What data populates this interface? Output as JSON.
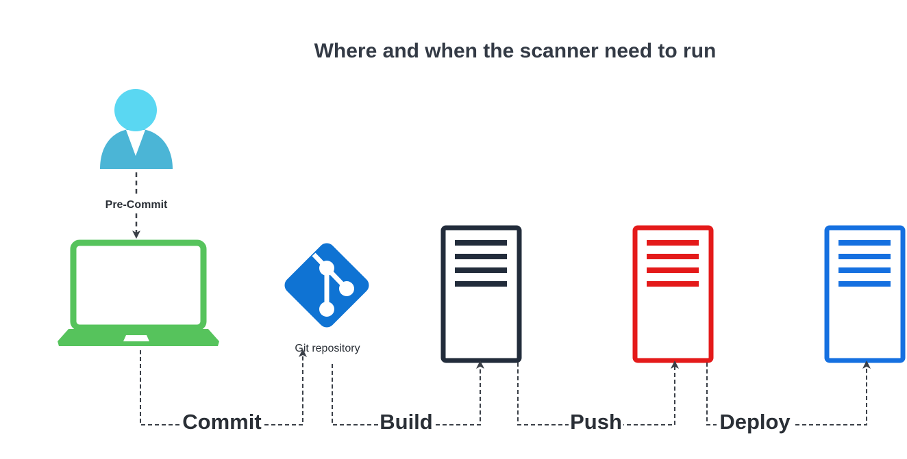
{
  "title": "Where and when the scanner need to run",
  "labels": {
    "pre_commit": "Pre-Commit",
    "git_repository": "Git repository",
    "commit": "Commit",
    "build": "Build",
    "push": "Push",
    "deploy": "Deploy"
  },
  "colors": {
    "user_head": "#5ad7f2",
    "user_body": "#4bb5d6",
    "laptop": "#56c35c",
    "git": "#0f73d3",
    "server_build": "#222c3b",
    "server_push": "#e41a1a",
    "server_deploy": "#1570e0",
    "connector": "#3a3f47"
  },
  "icons": [
    "user-icon",
    "laptop-icon",
    "git-icon",
    "server-icon"
  ]
}
